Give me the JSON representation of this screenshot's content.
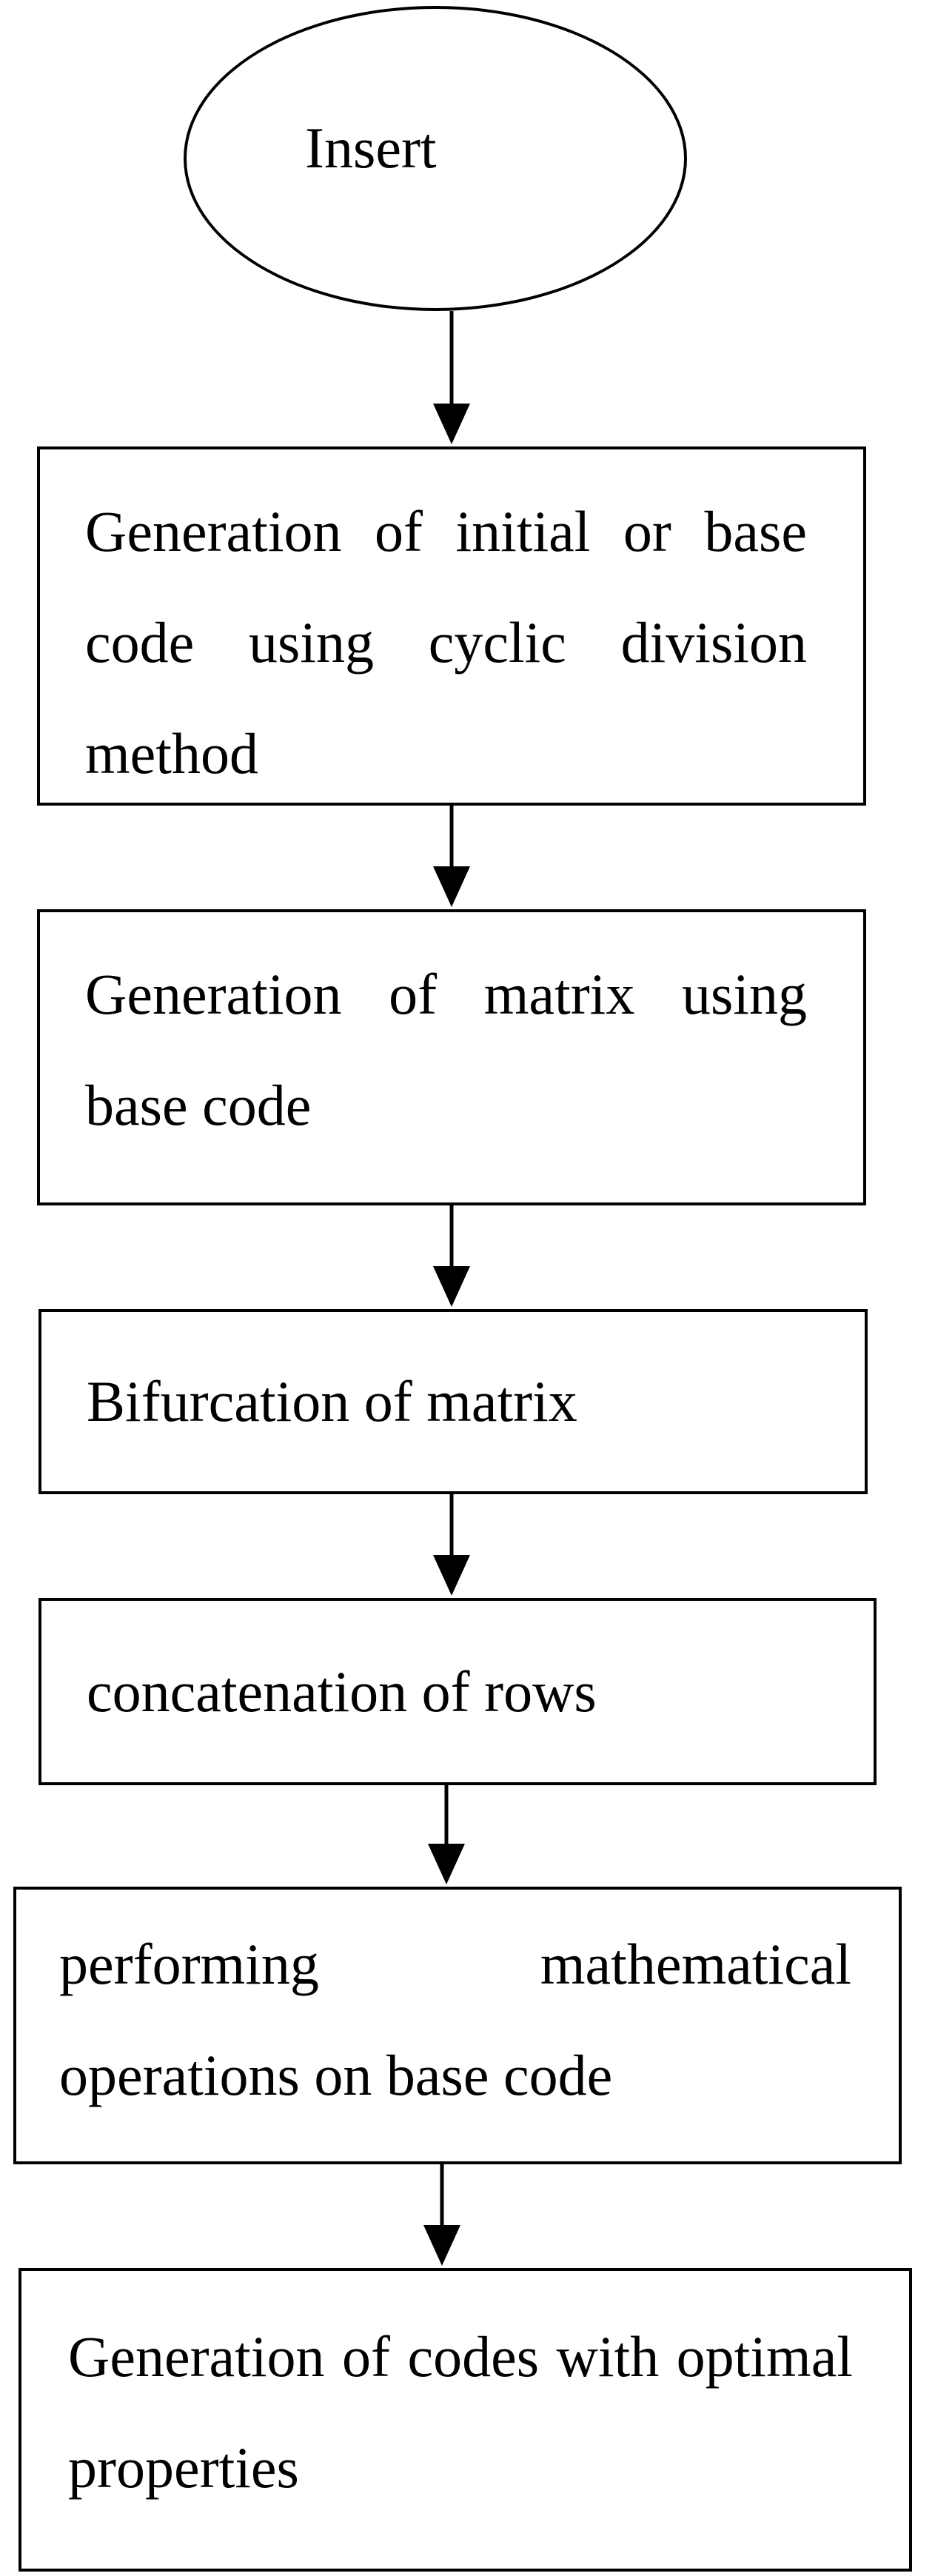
{
  "flowchart": {
    "start": {
      "label": "Insert"
    },
    "steps": [
      {
        "label": "Generation of initial or base code using cyclic division method"
      },
      {
        "label": "Generation of matrix using base code"
      },
      {
        "label": "Bifurcation of matrix"
      },
      {
        "label": "concatenation of rows"
      },
      {
        "label": "performing mathematical operations on base code"
      },
      {
        "label": "Generation of codes with optimal properties"
      }
    ]
  },
  "style": {
    "line_color": "#000000",
    "background": "#ffffff"
  }
}
